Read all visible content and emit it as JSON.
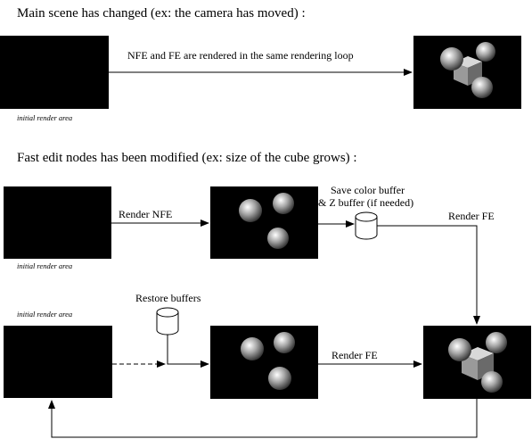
{
  "section1": {
    "heading": "Main scene has changed (ex: the camera has moved) :",
    "arrow_label": "NFE and FE are rendered in the same rendering loop",
    "caption": "initial render area"
  },
  "section2": {
    "heading": "Fast edit nodes has been modified (ex: size of the cube grows) :",
    "caption_top": "initial render area",
    "render_nfe": "Render NFE",
    "save_buffer_line1": "Save color buffer",
    "save_buffer_line2": "& Z buffer (if needed)",
    "render_fe_right": "Render FE",
    "caption_bottom": "initial render area",
    "restore_buffers": "Restore buffers",
    "render_fe_bottom": "Render FE"
  }
}
